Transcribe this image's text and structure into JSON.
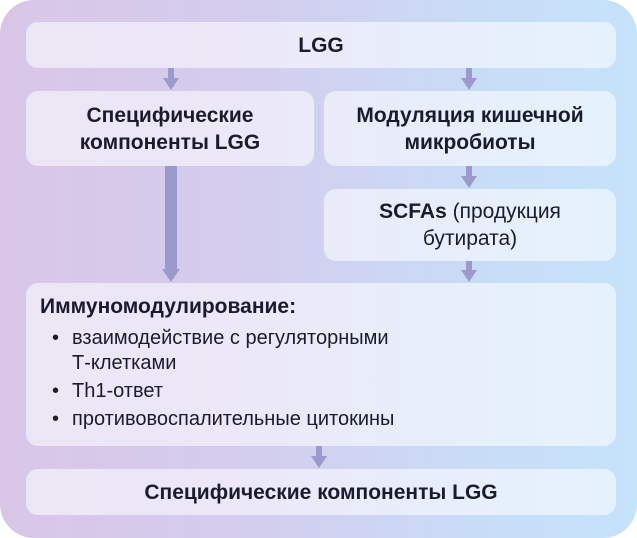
{
  "top": {
    "label": "LGG"
  },
  "left_box": {
    "line1": "Специфические",
    "line2": "компоненты LGG"
  },
  "right_box": {
    "line1": "Модуляция кишечной",
    "line2": "микробиоты"
  },
  "scfa_box": {
    "bold": "SCFAs",
    "rest": " (продукция",
    "line2": "бутирата)"
  },
  "immuno": {
    "title": "Иммуномодулирование:",
    "items": [
      {
        "line1": "взаимодействие с регуляторными",
        "line2": "Т-клетками"
      },
      {
        "line1": "Th1-ответ"
      },
      {
        "line1": "противовоспалительные цитокины"
      }
    ]
  },
  "bottom": {
    "label": "Специфические компоненты LGG"
  },
  "colors": {
    "arrow": "#9c99cc",
    "box_fill": "#ffffff",
    "text": "#1b1b2e"
  }
}
